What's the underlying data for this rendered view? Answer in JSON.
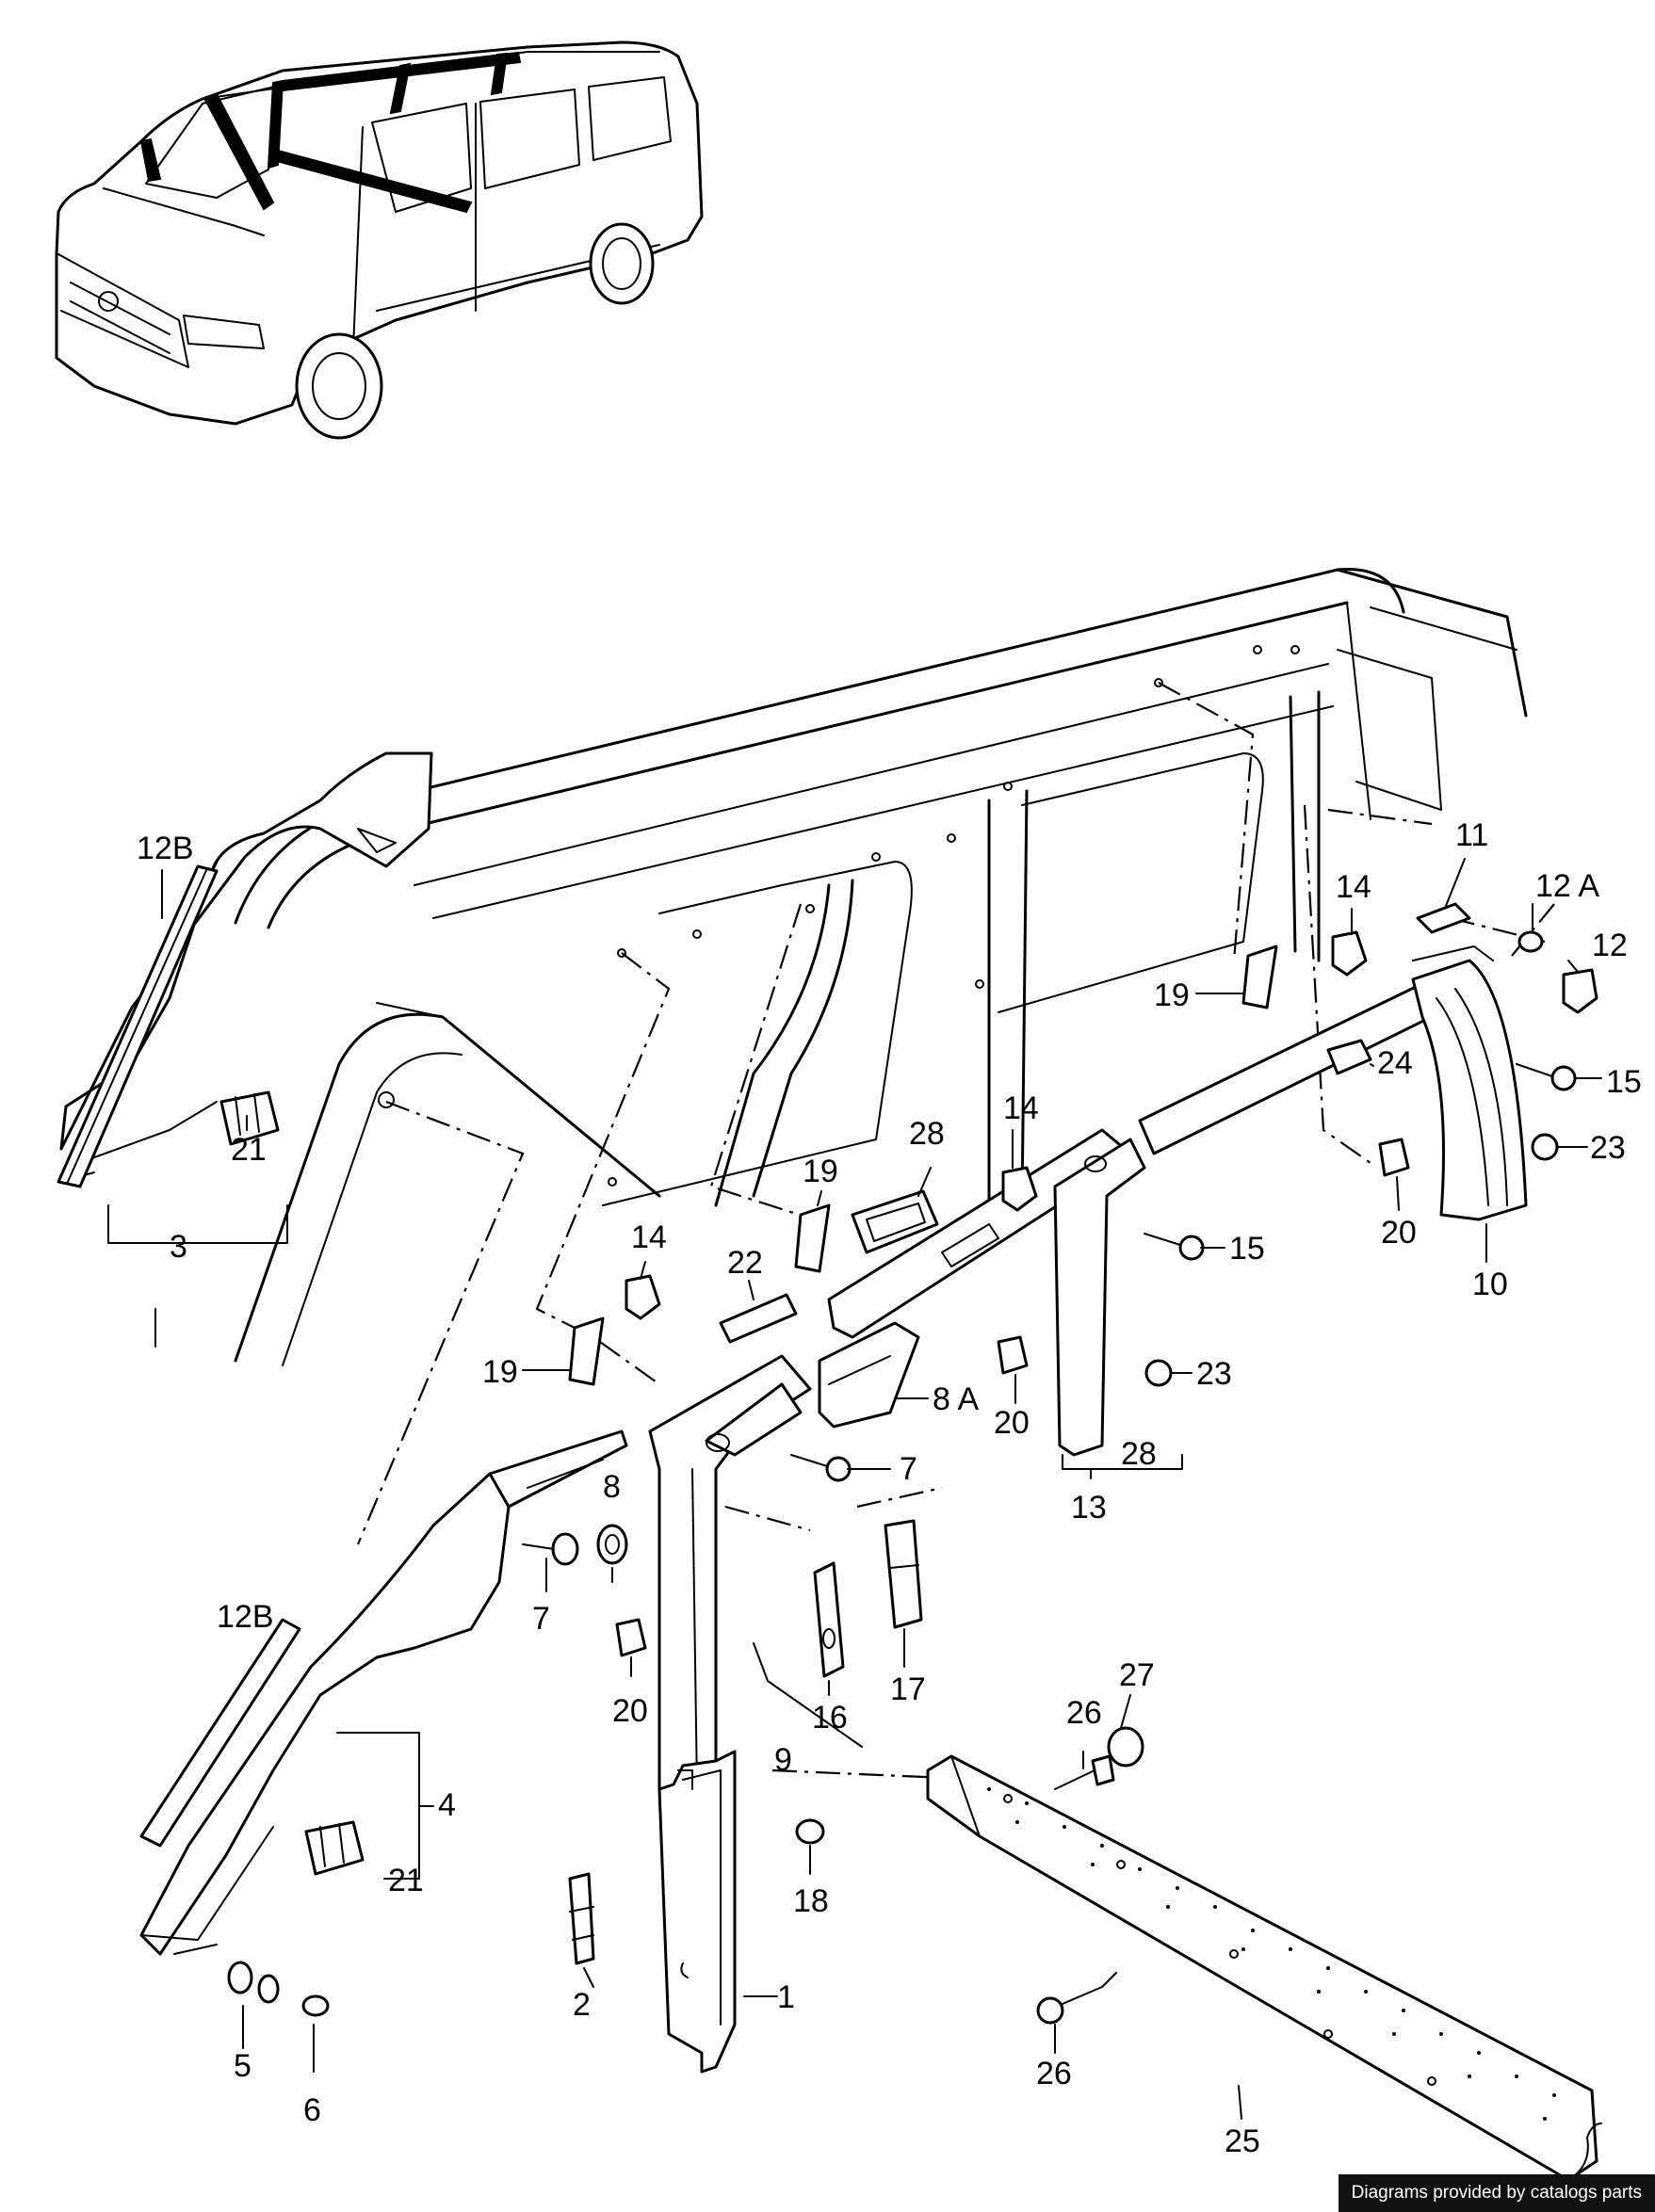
{
  "diagram": {
    "callouts": [
      {
        "id": "c-1",
        "text": "1"
      },
      {
        "id": "c-2",
        "text": "2"
      },
      {
        "id": "c-3",
        "text": "3"
      },
      {
        "id": "c-4",
        "text": "4"
      },
      {
        "id": "c-5",
        "text": "5"
      },
      {
        "id": "c-6",
        "text": "6"
      },
      {
        "id": "c-7a",
        "text": "7"
      },
      {
        "id": "c-7b",
        "text": "7"
      },
      {
        "id": "c-8",
        "text": "8"
      },
      {
        "id": "c-8a",
        "text": "8 A"
      },
      {
        "id": "c-9",
        "text": "9"
      },
      {
        "id": "c-10",
        "text": "10"
      },
      {
        "id": "c-11",
        "text": "11"
      },
      {
        "id": "c-12",
        "text": "12"
      },
      {
        "id": "c-12a",
        "text": "12 A"
      },
      {
        "id": "c-12b-top",
        "text": "12B"
      },
      {
        "id": "c-12b-bot",
        "text": "12B"
      },
      {
        "id": "c-13",
        "text": "13"
      },
      {
        "id": "c-14a",
        "text": "14"
      },
      {
        "id": "c-14b",
        "text": "14"
      },
      {
        "id": "c-14c",
        "text": "14"
      },
      {
        "id": "c-15a",
        "text": "15"
      },
      {
        "id": "c-15b",
        "text": "15"
      },
      {
        "id": "c-16",
        "text": "16"
      },
      {
        "id": "c-17",
        "text": "17"
      },
      {
        "id": "c-18",
        "text": "18"
      },
      {
        "id": "c-19a",
        "text": "19"
      },
      {
        "id": "c-19b",
        "text": "19"
      },
      {
        "id": "c-19c",
        "text": "19"
      },
      {
        "id": "c-20a",
        "text": "20"
      },
      {
        "id": "c-20b",
        "text": "20"
      },
      {
        "id": "c-20c",
        "text": "20"
      },
      {
        "id": "c-21a",
        "text": "21"
      },
      {
        "id": "c-21b",
        "text": "21"
      },
      {
        "id": "c-22",
        "text": "22"
      },
      {
        "id": "c-23a",
        "text": "23"
      },
      {
        "id": "c-23b",
        "text": "23"
      },
      {
        "id": "c-24",
        "text": "24"
      },
      {
        "id": "c-25",
        "text": "25"
      },
      {
        "id": "c-26a",
        "text": "26"
      },
      {
        "id": "c-26b",
        "text": "26"
      },
      {
        "id": "c-27",
        "text": "27"
      },
      {
        "id": "c-28a",
        "text": "28"
      },
      {
        "id": "c-28b",
        "text": "28"
      }
    ]
  },
  "footer": {
    "credit": "Diagrams provided by catalogs parts"
  }
}
